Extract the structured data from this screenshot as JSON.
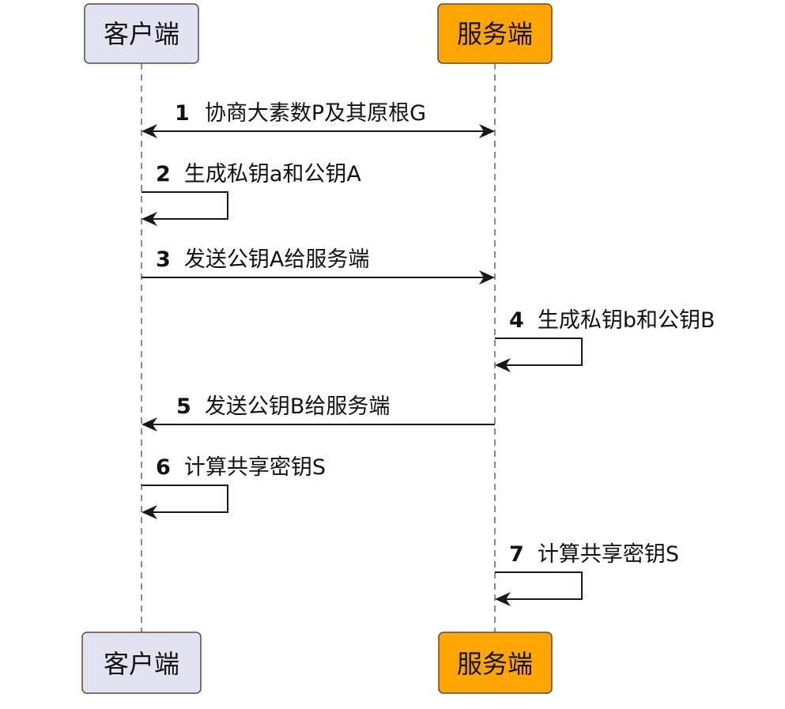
{
  "participants": [
    {
      "id": "client",
      "label": "客户端",
      "color": "#E2E2F0"
    },
    {
      "id": "server",
      "label": "服务端",
      "color": "#FFA500"
    }
  ],
  "messages": [
    {
      "num": "1",
      "text": "协商大素数P及其原根G",
      "from": "client",
      "to": "server",
      "type": "bidirectional"
    },
    {
      "num": "2",
      "text": "生成私钥a和公钥A",
      "from": "client",
      "to": "client",
      "type": "self"
    },
    {
      "num": "3",
      "text": "发送公钥A给服务端",
      "from": "client",
      "to": "server",
      "type": "arrow"
    },
    {
      "num": "4",
      "text": "生成私钥b和公钥B",
      "from": "server",
      "to": "server",
      "type": "self"
    },
    {
      "num": "5",
      "text": "发送公钥B给服务端",
      "from": "server",
      "to": "client",
      "type": "arrow"
    },
    {
      "num": "6",
      "text": "计算共享密钥S",
      "from": "client",
      "to": "client",
      "type": "self"
    },
    {
      "num": "7",
      "text": "计算共享密钥S",
      "from": "server",
      "to": "server",
      "type": "self"
    }
  ],
  "colors": {
    "line": "#181818",
    "box_border": "#5a4a3a"
  }
}
